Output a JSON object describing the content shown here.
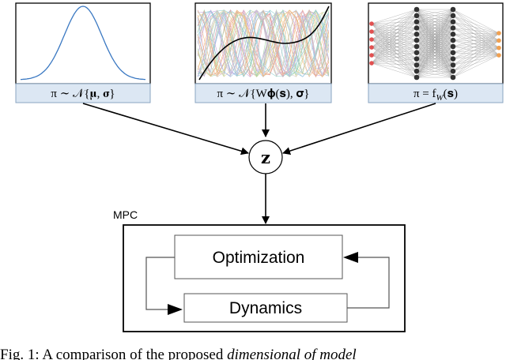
{
  "policies": [
    {
      "label": "π ∼ 𝒩{𝛍, 𝛔}"
    },
    {
      "label": "π ∼ 𝒩{W𝛟(𝐬), 𝛔}"
    },
    {
      "label": "π = f_W(𝐬)",
      "label_main": "π = f",
      "label_sub": "W",
      "label_tail": "(𝐬)"
    }
  ],
  "latent": {
    "symbol": "𝐳"
  },
  "mpc": {
    "title": "MPC",
    "optimization_label": "Optimization",
    "dynamics_label": "Dynamics"
  },
  "caption": {
    "prefix": "Fig. 1: A comparison of the proposed ",
    "italic": "dimensional of model"
  },
  "colors": {
    "caption_bg": "#dce7f3",
    "caption_border": "#8aa4c0",
    "gaussian_curve": "#3a78c2",
    "input_node": "#e05050",
    "output_node": "#f0a050",
    "hidden_node": "#333333"
  }
}
